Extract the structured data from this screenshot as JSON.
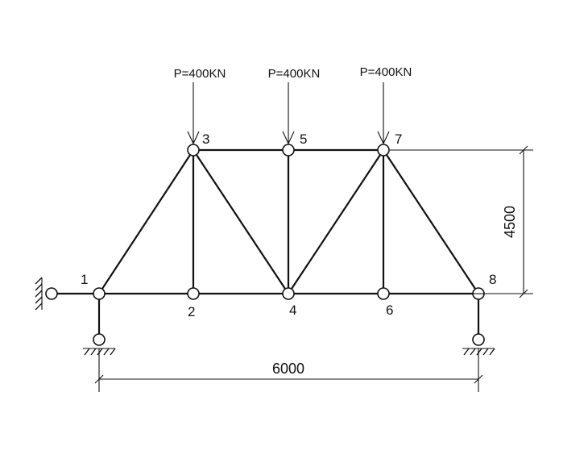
{
  "loads": [
    {
      "node": "3",
      "label": "P=400KN"
    },
    {
      "node": "5",
      "label": "P=400KN"
    },
    {
      "node": "7",
      "label": "P=400KN"
    }
  ],
  "nodes": [
    {
      "id": "1",
      "label": "1"
    },
    {
      "id": "2",
      "label": "2"
    },
    {
      "id": "3",
      "label": "3"
    },
    {
      "id": "4",
      "label": "4"
    },
    {
      "id": "5",
      "label": "5"
    },
    {
      "id": "6",
      "label": "6"
    },
    {
      "id": "7",
      "label": "7"
    },
    {
      "id": "8",
      "label": "8"
    }
  ],
  "dimensions": {
    "span": "6000",
    "height": "4500"
  }
}
